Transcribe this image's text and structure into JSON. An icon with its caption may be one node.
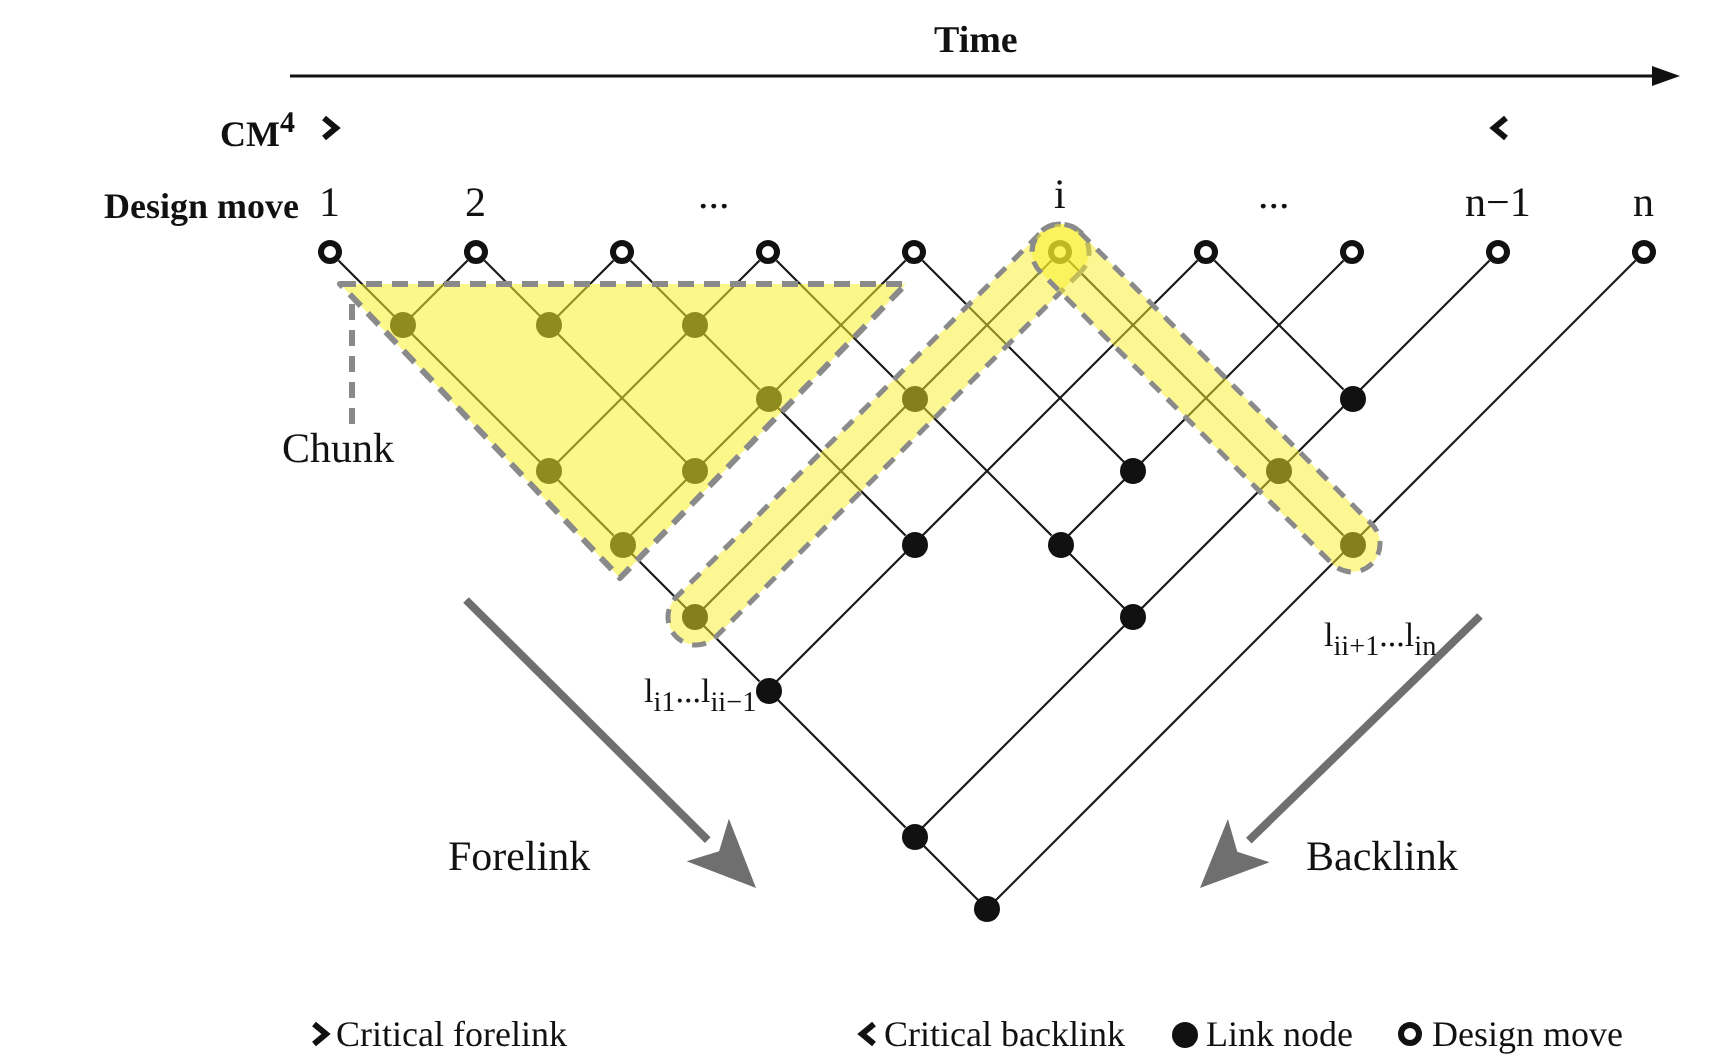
{
  "diagram": {
    "nodes": [
      {
        "text": [],
        "shape": "circle",
        "beside": [
          "1"
        ]
      },
      {
        "text": [],
        "shape": "circle",
        "beside": [
          "2"
        ]
      },
      {
        "text": [],
        "shape": "circle"
      },
      {
        "text": [],
        "shape": "circle"
      },
      {
        "text": [],
        "shape": "circle"
      },
      {
        "text": [],
        "shape": "circle",
        "beside": [
          "i"
        ]
      },
      {
        "text": [],
        "shape": "circle"
      },
      {
        "text": [],
        "shape": "circle"
      },
      {
        "text": [],
        "shape": "circle",
        "beside": [
          "n−1"
        ]
      },
      {
        "text": [],
        "shape": "circle",
        "beside": [
          "n"
        ]
      },
      {
        "text": [],
        "shape": "circle"
      },
      {
        "text": [],
        "shape": "circle"
      },
      {
        "text": [],
        "shape": "circle"
      },
      {
        "text": [],
        "shape": "circle"
      },
      {
        "text": [],
        "shape": "circle"
      },
      {
        "text": [],
        "shape": "circle"
      },
      {
        "text": [],
        "shape": "circle"
      },
      {
        "text": [],
        "shape": "circle"
      },
      {
        "text": [],
        "shape": "circle"
      },
      {
        "text": [],
        "shape": "circle"
      },
      {
        "text": [],
        "shape": "circle"
      },
      {
        "text": [],
        "shape": "circle"
      },
      {
        "text": [],
        "shape": "circle"
      },
      {
        "text": [],
        "shape": "circle"
      },
      {
        "text": [],
        "shape": "circle"
      },
      {
        "text": [],
        "shape": "circle"
      },
      {
        "text": [],
        "shape": "circle"
      },
      {
        "text": [],
        "shape": "circle"
      },
      {
        "text": [],
        "shape": "circle"
      },
      {
        "text": [
          "Chunk"
        ]
      }
    ],
    "edges": [
      {
        "from": 0,
        "to": 10,
        "arrow": "none"
      },
      {
        "from": 10,
        "to": 16,
        "arrow": "none"
      },
      {
        "from": 16,
        "to": 20,
        "arrow": "none"
      },
      {
        "from": 20,
        "to": 24,
        "arrow": "none"
      },
      {
        "from": 24,
        "to": 26,
        "arrow": "none"
      },
      {
        "from": 26,
        "to": 27,
        "arrow": "none"
      },
      {
        "from": 27,
        "to": 28,
        "arrow": "none"
      },
      {
        "from": 1,
        "to": 11,
        "arrow": "none"
      },
      {
        "from": 11,
        "to": 17,
        "arrow": "none"
      },
      {
        "from": 2,
        "to": 12,
        "arrow": "none"
      },
      {
        "from": 12,
        "to": 13,
        "arrow": "none"
      },
      {
        "from": 13,
        "to": 21,
        "arrow": "none"
      },
      {
        "from": 3,
        "to": 14,
        "arrow": "none"
      },
      {
        "from": 14,
        "to": 22,
        "arrow": "none"
      },
      {
        "from": 22,
        "to": 25,
        "arrow": "none"
      },
      {
        "from": 4,
        "to": 18,
        "arrow": "none"
      },
      {
        "from": 5,
        "to": 19,
        "arrow": "none"
      },
      {
        "from": 19,
        "to": 23,
        "arrow": "none"
      },
      {
        "from": 6,
        "to": 15,
        "arrow": "none"
      },
      {
        "from": 1,
        "to": 10,
        "arrow": "none"
      },
      {
        "from": 2,
        "to": 11,
        "arrow": "none"
      },
      {
        "from": 3,
        "to": 12,
        "arrow": "none"
      },
      {
        "from": 12,
        "to": 16,
        "arrow": "none"
      },
      {
        "from": 4,
        "to": 13,
        "arrow": "none"
      },
      {
        "from": 13,
        "to": 17,
        "arrow": "none"
      },
      {
        "from": 17,
        "to": 20,
        "arrow": "none"
      },
      {
        "from": 5,
        "to": 14,
        "arrow": "none"
      },
      {
        "from": 14,
        "to": 24,
        "arrow": "none"
      },
      {
        "from": 6,
        "to": 21,
        "arrow": "none"
      },
      {
        "from": 21,
        "to": 26,
        "arrow": "none"
      },
      {
        "from": 7,
        "to": 18,
        "arrow": "none"
      },
      {
        "from": 18,
        "to": 22,
        "arrow": "none"
      },
      {
        "from": 8,
        "to": 15,
        "arrow": "none"
      },
      {
        "from": 15,
        "to": 19,
        "arrow": "none"
      },
      {
        "from": 19,
        "to": 25,
        "arrow": "none"
      },
      {
        "from": 25,
        "to": 27,
        "arrow": "none"
      },
      {
        "from": 9,
        "to": 23,
        "arrow": "none"
      },
      {
        "from": 23,
        "to": 28,
        "arrow": "none"
      },
      {
        "from": 29,
        "to": null,
        "arrow": "none",
        "style": "dashed",
        "color": "#8a8a8a"
      }
    ],
    "labels": [
      "Time",
      "CM$^{4}$",
      "Design move",
      "...",
      "...",
      "l$_{ii+1}$...l$_{in}$",
      "l$_{i1}$...l$_{ii−1}$",
      "Forelink",
      "Backlink"
    ],
    "legend": [
      {
        "text": "Critical forelink"
      },
      {
        "text": "Critical backlink"
      },
      {
        "text": "Link node"
      },
      {
        "text": "Design move"
      }
    ]
  }
}
